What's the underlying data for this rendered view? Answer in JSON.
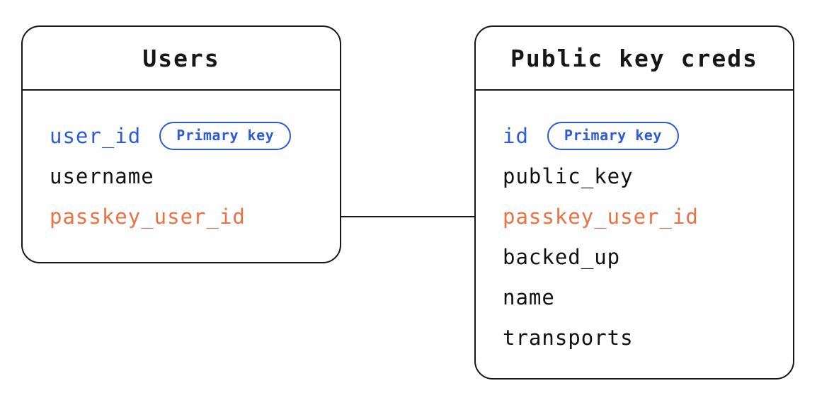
{
  "palette": {
    "field_blue": "#2c5bd7",
    "field_orange": "#ec7243",
    "line_black": "#161616",
    "background": "#ffffff"
  },
  "tables": [
    {
      "name": "Users",
      "fields": [
        {
          "name": "user_id",
          "color": "blue",
          "badge": "Primary key"
        },
        {
          "name": "username",
          "color": "black"
        },
        {
          "name": "passkey_user_id",
          "color": "orange"
        }
      ]
    },
    {
      "name": "Public key creds",
      "fields": [
        {
          "name": "id",
          "color": "blue",
          "badge": "Primary key"
        },
        {
          "name": "public_key",
          "color": "black"
        },
        {
          "name": "passkey_user_id",
          "color": "orange"
        },
        {
          "name": "backed_up",
          "color": "black"
        },
        {
          "name": "name",
          "color": "black"
        },
        {
          "name": "transports",
          "color": "black"
        }
      ]
    }
  ],
  "relationship": {
    "from": "Users.passkey_user_id",
    "to": "Public key creds.passkey_user_id"
  }
}
